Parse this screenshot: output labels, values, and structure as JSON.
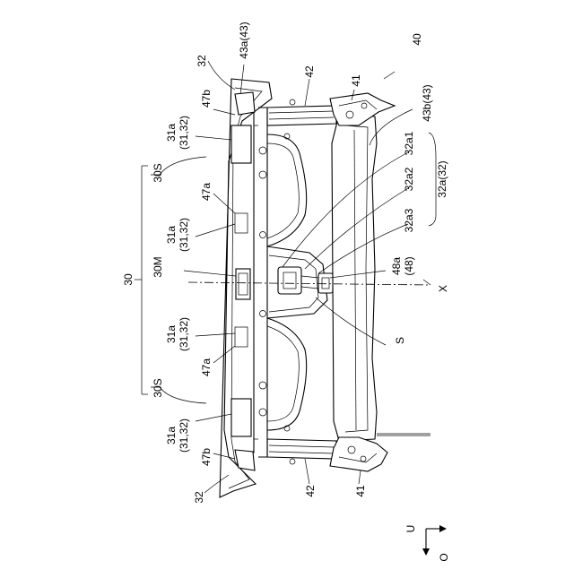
{
  "labels": {
    "l32_top": "32",
    "l43a": "43a(43)",
    "l42_top": "42",
    "l41_top": "41",
    "l40": "40",
    "l43b": "43b(43)",
    "l47b_top": "47b",
    "l31a_1": "31a",
    "l31a_1b": "(31,32)",
    "l30S_top": "30S",
    "l47a_top": "47a",
    "l31a_2": "31a",
    "l31a_2b": "(31,32)",
    "l30": "30",
    "l30M": "30M",
    "l31a_3": "31a",
    "l31a_3b": "(31,32)",
    "l47a_bot": "47a",
    "l30S_bot": "30S",
    "l31a_4": "31a",
    "l31a_4b": "(31,32)",
    "l47b_bot": "47b",
    "l32_bot": "32",
    "l42_bot": "42",
    "l41_bot": "41",
    "l32a1": "32a1",
    "l32a2": "32a2",
    "l32a3": "32a3",
    "l32a": "32a(32)",
    "l48a": "48a",
    "l48": "(48)",
    "lX": "X",
    "lS": "S",
    "lU": "U",
    "lO": "O"
  }
}
